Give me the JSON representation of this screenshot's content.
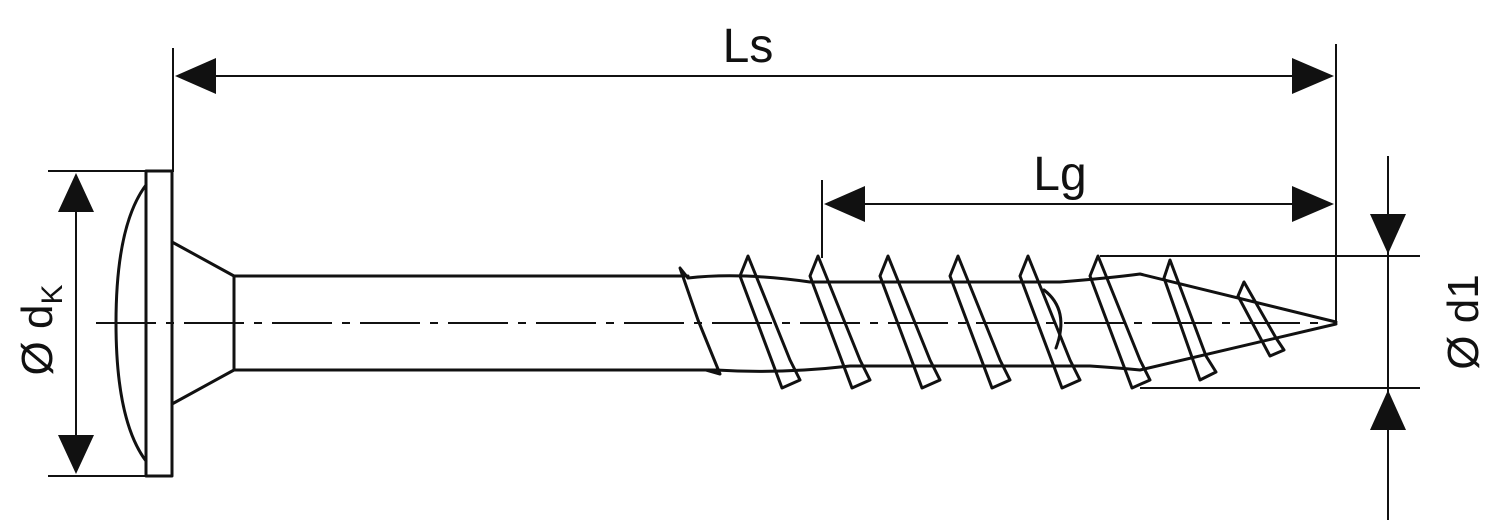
{
  "diagram": {
    "labels": {
      "overall_length": "Ls",
      "thread_length": "Lg",
      "head_diameter_symbol": "Ø d",
      "head_diameter_subscript": "K",
      "thread_diameter": "Ø d1"
    },
    "colors": {
      "line": "#111111",
      "background": "#ffffff"
    }
  }
}
